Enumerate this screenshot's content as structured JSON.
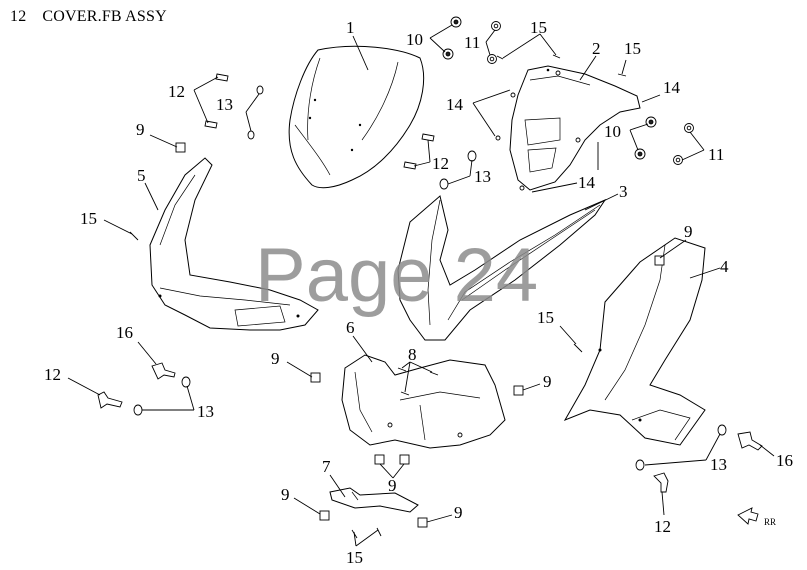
{
  "header": {
    "section_number": "12",
    "title": "COVER.FB ASSY"
  },
  "watermark": "Page 24",
  "part_labels": [
    {
      "id": "1",
      "text": "1"
    },
    {
      "id": "2",
      "text": "2"
    },
    {
      "id": "3",
      "text": "3"
    },
    {
      "id": "4",
      "text": "4"
    },
    {
      "id": "5",
      "text": "5"
    },
    {
      "id": "6",
      "text": "6"
    },
    {
      "id": "7",
      "text": "7"
    },
    {
      "id": "8",
      "text": "8"
    },
    {
      "id": "9a",
      "text": "9"
    },
    {
      "id": "9b",
      "text": "9"
    },
    {
      "id": "9c",
      "text": "9"
    },
    {
      "id": "9d",
      "text": "9"
    },
    {
      "id": "9e",
      "text": "9"
    },
    {
      "id": "9f",
      "text": "9"
    },
    {
      "id": "9g",
      "text": "9"
    },
    {
      "id": "10a",
      "text": "10"
    },
    {
      "id": "10b",
      "text": "10"
    },
    {
      "id": "11a",
      "text": "11"
    },
    {
      "id": "11b",
      "text": "11"
    },
    {
      "id": "12a",
      "text": "12"
    },
    {
      "id": "12b",
      "text": "12"
    },
    {
      "id": "12c",
      "text": "12"
    },
    {
      "id": "12d",
      "text": "12"
    },
    {
      "id": "13a",
      "text": "13"
    },
    {
      "id": "13b",
      "text": "13"
    },
    {
      "id": "13c",
      "text": "13"
    },
    {
      "id": "13d",
      "text": "13"
    },
    {
      "id": "14a",
      "text": "14"
    },
    {
      "id": "14b",
      "text": "14"
    },
    {
      "id": "14c",
      "text": "14"
    },
    {
      "id": "15a",
      "text": "15"
    },
    {
      "id": "15b",
      "text": "15"
    },
    {
      "id": "15c",
      "text": "15"
    },
    {
      "id": "15d",
      "text": "15"
    },
    {
      "id": "15e",
      "text": "15"
    },
    {
      "id": "16a",
      "text": "16"
    },
    {
      "id": "16b",
      "text": "16"
    }
  ],
  "direction_indicator": {
    "label": "RR"
  }
}
